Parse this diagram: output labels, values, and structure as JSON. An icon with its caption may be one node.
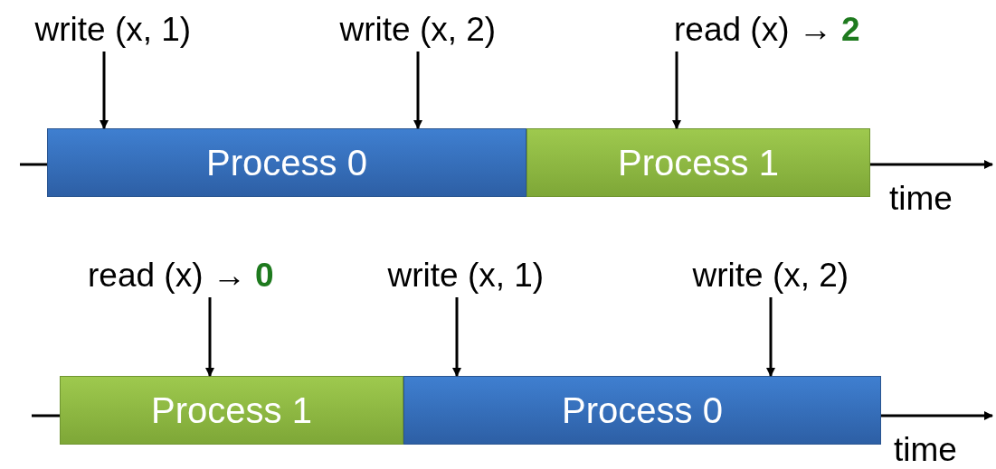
{
  "diagram": {
    "nodes": [
      {
        "text": [
          "write (x, 1)"
        ]
      },
      {
        "text": [
          "write (x, 2)"
        ]
      },
      {
        "text": [
          "read (x) → **2**"
        ]
      },
      {
        "text": [
          "Process 0"
        ]
      },
      {
        "text": [
          "Process 1"
        ]
      },
      {
        "text": [
          "read (x) → **0**"
        ]
      },
      {
        "text": [
          "write (x, 1)"
        ]
      },
      {
        "text": [
          "write (x, 2)"
        ]
      },
      {
        "text": [
          "Process 1"
        ]
      },
      {
        "text": [
          "Process 0"
        ]
      }
    ],
    "edges": [
      {
        "from": 0,
        "to": 3,
        "arrow": "to"
      },
      {
        "from": 1,
        "to": 3,
        "arrow": "to"
      },
      {
        "from": 2,
        "to": 4,
        "arrow": "to"
      },
      {
        "from": 5,
        "to": 8,
        "arrow": "to"
      },
      {
        "from": 6,
        "to": 9,
        "arrow": "to"
      },
      {
        "from": 7,
        "to": 9,
        "arrow": "to"
      }
    ],
    "labels": [
      "time",
      "time"
    ]
  }
}
